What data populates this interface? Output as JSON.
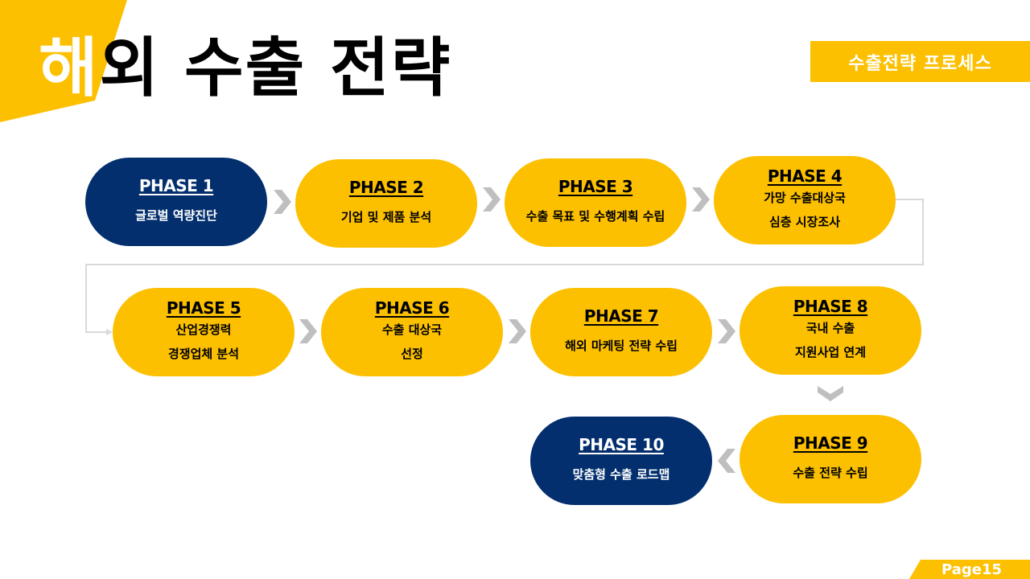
{
  "title": {
    "first_char": "해",
    "rest": "외 수출 전략"
  },
  "badge": "수출전략 프로세스",
  "page": "Page15",
  "colors": {
    "yellow": "#fcc000",
    "navy": "#032f6e",
    "arrow": "#bfbfbf",
    "line": "#d9d9d9"
  },
  "phases": [
    {
      "label": "PHASE 1",
      "lines": [
        "글로벌 역량진단"
      ],
      "style": "navy"
    },
    {
      "label": "PHASE 2",
      "lines": [
        "기업 및 제품 분석"
      ],
      "style": "yellow"
    },
    {
      "label": "PHASE 3",
      "lines": [
        "수출 목표 및 수행계획 수립"
      ],
      "style": "yellow"
    },
    {
      "label": "PHASE 4",
      "lines": [
        "가망 수출대상국",
        "심층 시장조사"
      ],
      "style": "yellow"
    },
    {
      "label": "PHASE 5",
      "lines": [
        "산업경쟁력",
        "경쟁업체 분석"
      ],
      "style": "yellow"
    },
    {
      "label": "PHASE 6",
      "lines": [
        "수출 대상국",
        "선정"
      ],
      "style": "yellow"
    },
    {
      "label": "PHASE 7",
      "lines": [
        "해외 마케팅 전략 수립"
      ],
      "style": "yellow"
    },
    {
      "label": "PHASE 8",
      "lines": [
        "국내 수출",
        "지원사업 연계"
      ],
      "style": "yellow"
    },
    {
      "label": "PHASE 9",
      "lines": [
        "수출 전략 수립"
      ],
      "style": "yellow"
    },
    {
      "label": "PHASE 10",
      "lines": [
        "맞춤형 수출 로드맵"
      ],
      "style": "navy"
    }
  ]
}
